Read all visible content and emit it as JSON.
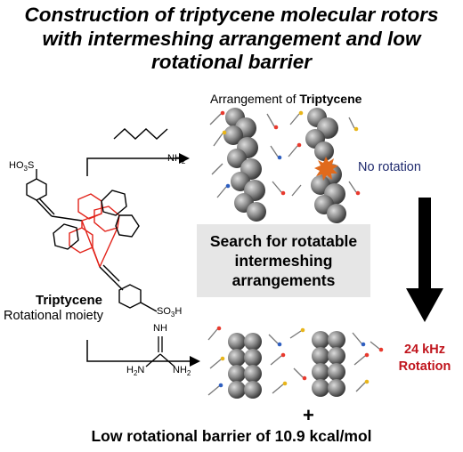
{
  "title_lines": [
    "Construction of triptycene molecular rotors",
    "with intermeshing arrangement and low",
    "rotational barrier"
  ],
  "arrangement_label": {
    "prefix": "Arrangement of ",
    "bold": "Triptycene"
  },
  "no_rotation": "No rotation",
  "search_lines": [
    "Search for rotatable",
    "intermeshing",
    "arrangements"
  ],
  "triptycene_label": "Triptycene",
  "rotational_moiety": "Rotational moiety",
  "rotation_lines": [
    "24 kHz",
    "Rotation"
  ],
  "plus": "+",
  "bottom_text": "Low rotational barrier of 10.9 kcal/mol",
  "chem": {
    "amine_nh": "NH",
    "amine_sub": "2",
    "ho3s": "HO",
    "ho3s_sub": "3",
    "ho3s_s": "S",
    "so3h_s": "SO",
    "so3h_sub": "3",
    "so3h_h": "H",
    "gu_nh": "NH",
    "gu_left_h": "H",
    "gu_left_sub": "2",
    "gu_left_n": "N",
    "gu_right_nh": "NH",
    "gu_right_sub": "2"
  },
  "colors": {
    "triptycene_core": "#e2231a",
    "no_rotation_text": "#1f2a6e",
    "rotation_text": "#c0141c",
    "search_box": "#e6e6e6"
  }
}
